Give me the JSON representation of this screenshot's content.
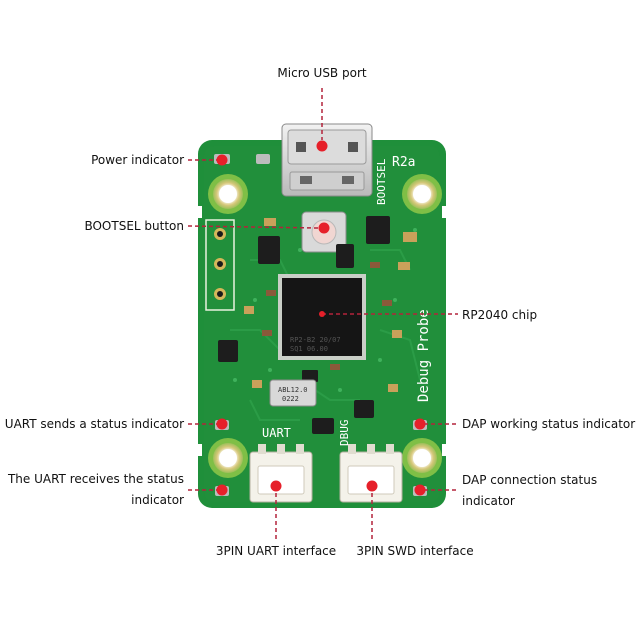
{
  "board": {
    "revision": "R2a",
    "bootsel_silk": "BOOTSEL",
    "debug_probe_silk": "Debug Probe",
    "uart_silk": "UART",
    "dbug_silk": "DBUG",
    "crystal_text": "ABL12.0\n0222",
    "chip_text": "RP2-B2 20/07\nSQ1 06.00"
  },
  "labels": {
    "micro_usb": "Micro USB port",
    "power_indicator": "Power indicator",
    "bootsel_button": "BOOTSEL button",
    "rp2040_chip": "RP2040 chip",
    "uart_sends": "UART sends a status indicator",
    "dap_working": "DAP working status indicator",
    "uart_receives_line1": "The UART receives the status",
    "uart_receives_line2": "indicator",
    "dap_connection_line1": "DAP connection status",
    "dap_connection_line2": "indicator",
    "pin3_uart": "3PIN UART interface",
    "pin3_swd": "3PIN SWD interface"
  },
  "colors": {
    "pcb": "#1f8f3a",
    "marker": "#e6202a",
    "leader": "#b3233b"
  }
}
